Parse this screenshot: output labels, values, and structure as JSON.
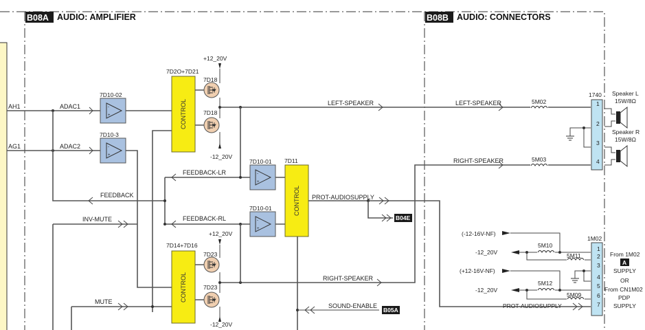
{
  "sections": {
    "left": {
      "tag": "B08A",
      "title": "AUDIO: AMPLIFIER"
    },
    "right": {
      "tag": "B08B",
      "title": "AUDIO: CONNECTORS"
    }
  },
  "inputs": {
    "ah1": "AH1",
    "ag1": "AG1"
  },
  "nets": {
    "adac1": "ADAC1",
    "adac2": "ADAC2",
    "feedback": "FEEDBACK",
    "feedback_lr": "FEEDBACK-LR",
    "feedback_rl": "FEEDBACK-RL",
    "inv_mute": "INV-MUTE",
    "mute": "MUTE",
    "left_speaker": "LEFT-SPEAKER",
    "right_speaker": "RIGHT-SPEAKER",
    "prot_audiosupply": "PROT-AUDIOSUPPLY",
    "sound_enable": "SOUND-ENABLE"
  },
  "amplifiers": {
    "a1": "7D10-02",
    "a2": "7D10-3",
    "a3": "7D10-01",
    "a4": "7D10-01"
  },
  "controls": {
    "c1_ref": "7D2O+7D21",
    "c2_ref": "7D11",
    "c3_ref": "7D14+7D16",
    "label": "CONTROL"
  },
  "fets": {
    "upper": "7D18",
    "lower": "7D23"
  },
  "rails": {
    "pos": "+12_20V",
    "neg": "-12_20V"
  },
  "offpage": {
    "b04e": "B04E",
    "b05a": "B05A",
    "a": "A"
  },
  "inductors": {
    "l1": "5M02",
    "l2": "5M03",
    "l3": "5M10",
    "l4": "5M11",
    "l5": "5M12",
    "l6": "5M09"
  },
  "connector_1740": {
    "ref": "1740",
    "pins": [
      "1",
      "2",
      "3",
      "4"
    ],
    "speaker_l": "Speaker L",
    "speaker_l_spec": "15W/8Ω",
    "speaker_r": "Speaker R",
    "speaker_r_spec": "15W/8Ω"
  },
  "connector_1m02": {
    "ref": "1M02",
    "pins": [
      "1",
      "2",
      "3",
      "4",
      "5",
      "6",
      "7"
    ],
    "supply_nf_neg": "(-12-16V-NF)",
    "supply_nf_pos": "(+12-16V-NF)",
    "note": [
      "From 1M02",
      "SUPPLY",
      "OR",
      "From CN1M02",
      "PDP",
      "SUPPLY"
    ]
  }
}
